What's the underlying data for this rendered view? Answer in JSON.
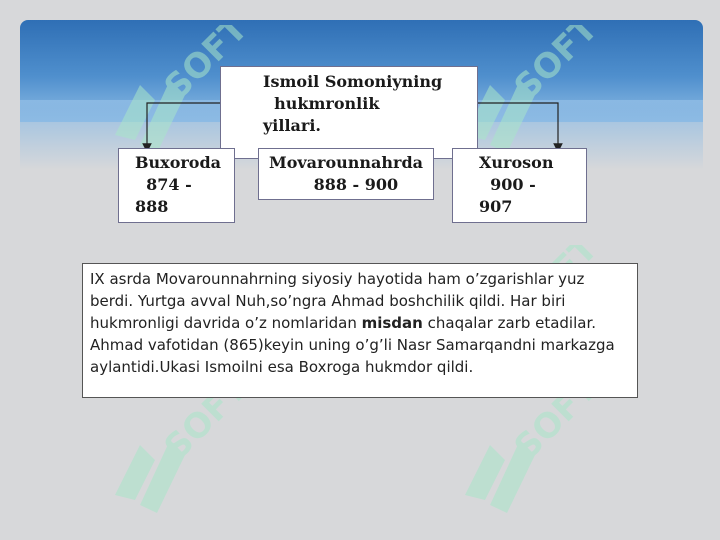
{
  "diagram": {
    "top_node": "Ismoil Somoniyning\n  hukmronlik\nyillari.",
    "left_node": "Buxoroda\n  874 -\n888",
    "middle_node": "Movarounnahrda\n        888 - 900",
    "right_node": "Xuroson\n  900 -\n907"
  },
  "description": {
    "before_bold": "IX asrda Movarounnahrning siyosiy hayotida ham o’zgarishlar yuz  berdi. Yurtga avval Nuh,so’ngra Ahmad boshchilik qildi. Har biri  hukmronligi davrida o’z nomlaridan ",
    "bold": "misdan",
    "after_bold": " chaqalar zarb etadilar.  Ahmad vafotidan (865)keyin uning o’g’li Nasr Samarqandni  markazga aylantidi.Ukasi Ismoilni esa Boxroga hukmdor qildi."
  },
  "watermark": {
    "text": "SOFT",
    "color": "#b8e8d2"
  },
  "colors": {
    "banner": "#2f6fb5",
    "background": "#d7d8da",
    "watermark": "#9be0c2"
  }
}
